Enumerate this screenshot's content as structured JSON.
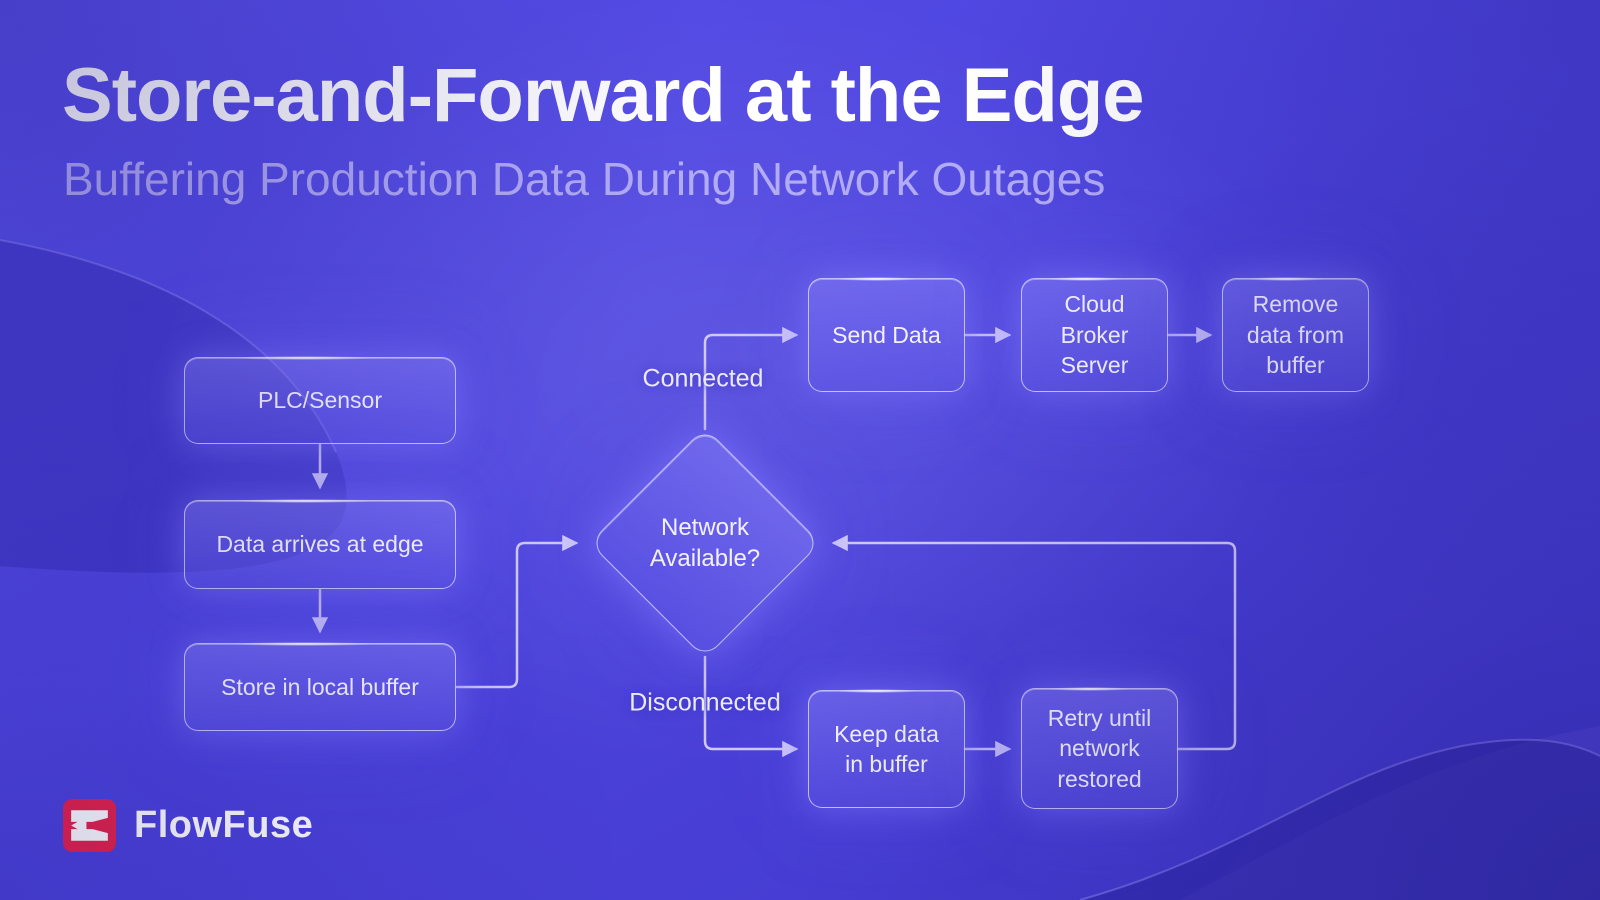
{
  "title": "Store-and-Forward at the Edge",
  "subtitle": "Buffering Production Data During Network Outages",
  "brand": {
    "name": "FlowFuse",
    "logo_color": "#E6224A"
  },
  "colors": {
    "background": "#4C43DD",
    "node_border": "#D6D1FF",
    "node_fill": "#7A72F0",
    "connector": "#CFC9F8",
    "title_text": "#FFFFFF",
    "subtitle_text": "#B2ABF5"
  },
  "flow": {
    "source_column": [
      {
        "label": "PLC/Sensor"
      },
      {
        "label": "Data arrives at edge"
      },
      {
        "label": "Store in local buffer"
      }
    ],
    "decision": {
      "label": "Network Available?"
    },
    "connected_branch": {
      "label": "Connected",
      "nodes": [
        {
          "label": "Send Data"
        },
        {
          "label": "Cloud Broker Server"
        },
        {
          "label": "Remove data from buffer"
        }
      ]
    },
    "disconnected_branch": {
      "label": "Disconnected",
      "nodes": [
        {
          "label": "Keep data in buffer"
        },
        {
          "label": "Retry until network restored"
        }
      ]
    }
  }
}
